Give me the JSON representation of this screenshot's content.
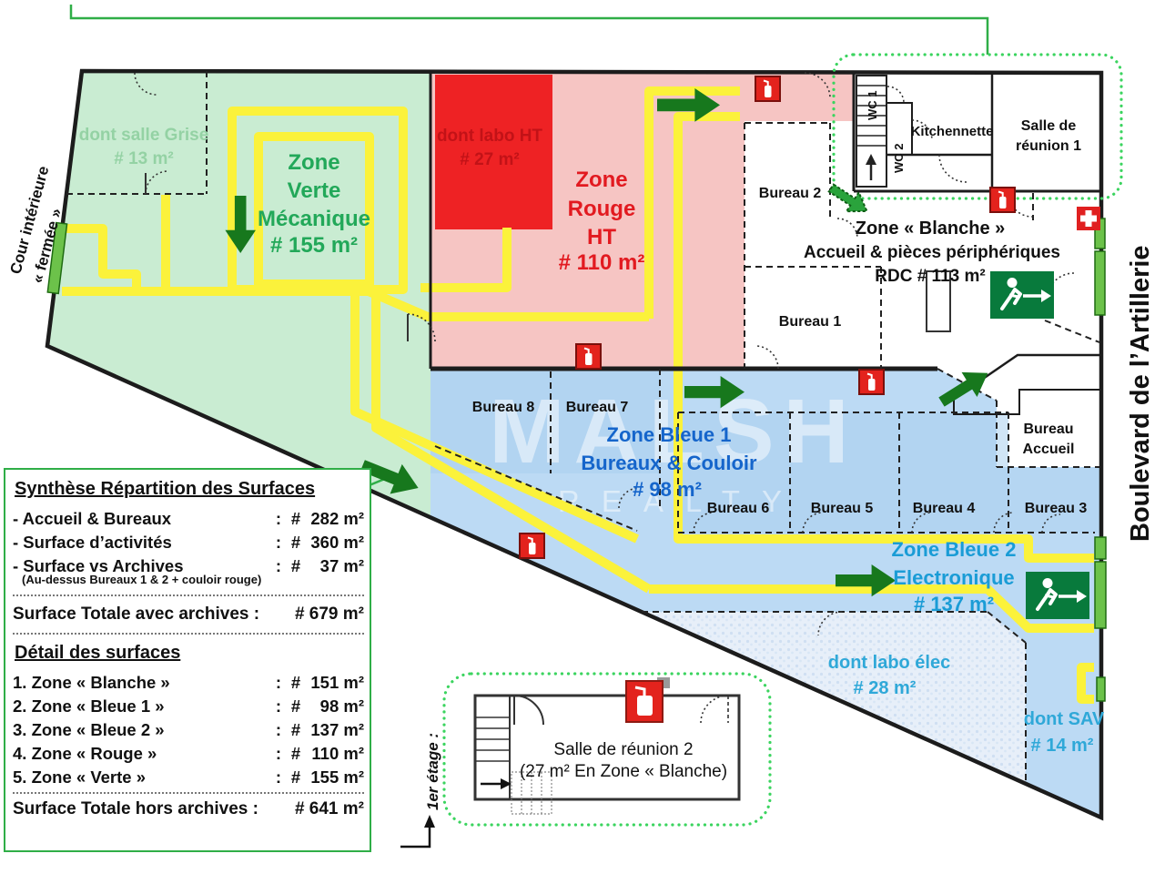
{
  "street": {
    "boulevard": "Boulevard de l’Artillerie",
    "courtyard_line1": "Cour intérieure",
    "courtyard_line2": "« fermée »"
  },
  "zones": {
    "verte": {
      "l1": "Zone",
      "l2": "Verte",
      "l3": "Mécanique",
      "l4": "# 155 m²",
      "sub1": "dont salle Grise",
      "sub2": "# 13 m²"
    },
    "rouge": {
      "l1": "Zone",
      "l2": "Rouge",
      "l3": "HT",
      "l4": "# 110 m²",
      "sub1": "dont labo HT",
      "sub2": "# 27 m²"
    },
    "blanche": {
      "l1": "Zone « Blanche »",
      "l2": "Accueil & pièces périphériques",
      "l3": "RDC # 113 m²"
    },
    "bleue1": {
      "l1": "Zone Bleue 1",
      "l2": "Bureaux & Couloir",
      "l3": "# 98 m²"
    },
    "bleue2": {
      "l1": "Zone Bleue 2",
      "l2": "Electronique",
      "l3": "# 137 m²",
      "sub1": "dont labo élec",
      "sub2": "# 28 m²",
      "sav1": "dont SAV",
      "sav2": "# 14 m²"
    }
  },
  "rooms": {
    "bureau1": "Bureau 1",
    "bureau2": "Bureau 2",
    "bureau3": "Bureau 3",
    "bureau4": "Bureau 4",
    "bureau5": "Bureau 5",
    "bureau6": "Bureau 6",
    "bureau7": "Bureau 7",
    "bureau8": "Bureau 8",
    "accueil_l1": "Bureau",
    "accueil_l2": "Accueil",
    "kitchennette": "Kitchennette",
    "salle1_l1": "Salle de",
    "salle1_l2": "réunion 1",
    "wc1": "WC 1",
    "wc2": "WC 2"
  },
  "inset": {
    "title": "Salle de réunion 2",
    "subtitle": "(27 m² En Zone « Blanche)",
    "floor_label": "1er étage :"
  },
  "watermark": {
    "line1": "MALSH",
    "line2": "REALTY"
  },
  "panel": {
    "title1": "Synthèse Répartition des Surfaces",
    "sep": ":",
    "hash": "#",
    "synthese_rows": [
      {
        "label": "- Accueil & Bureaux",
        "value": "282 m²"
      },
      {
        "label": "- Surface d’activités",
        "value": "360 m²"
      },
      {
        "label": "- Surface vs Archives",
        "value": "37 m²"
      }
    ],
    "synthese_note": "(Au-dessus Bureaux 1 & 2 + couloir rouge)",
    "total1_label": "Surface Totale avec archives :",
    "total1_value": "# 679 m²",
    "title2": "Détail des surfaces",
    "detail_rows": [
      {
        "label": "1. Zone « Blanche »",
        "value": "151 m²"
      },
      {
        "label": "2. Zone « Bleue 1 »",
        "value": "98 m²"
      },
      {
        "label": "3. Zone « Bleue 2 »",
        "value": "137 m²"
      },
      {
        "label": "4. Zone « Rouge »",
        "value": "110 m²"
      },
      {
        "label": "5. Zone « Verte »",
        "value": "155 m²"
      }
    ],
    "total2_label": "Surface Totale hors archives :",
    "total2_value": "# 641 m²"
  },
  "colors": {
    "green_zone": "#c9ecd2",
    "pink_zone": "#f6c5c3",
    "red_box": "#ee2224",
    "blue_zone": "#bcdaf4",
    "blue_room": "#a9d0ef",
    "labo_texture": "#e4eef8",
    "corridor_yellow": "#fbf23b",
    "wall": "#1c1c1c",
    "path_green": "#2fae47",
    "dotted_green": "#3bd45f",
    "arrow_green": "#17781d",
    "exit_green": "#087a3c",
    "door_green": "#6cc24a",
    "cross_red": "#e02020",
    "ext_red": "#e3231d",
    "text_green": "#22a859",
    "text_pale_green": "#94d2a4",
    "text_red": "#e21a20",
    "text_dark_red": "#b80f14",
    "text_blue": "#1565cb",
    "text_cyan": "#1a9cd6",
    "text_light_blue": "#2fa8d8"
  }
}
